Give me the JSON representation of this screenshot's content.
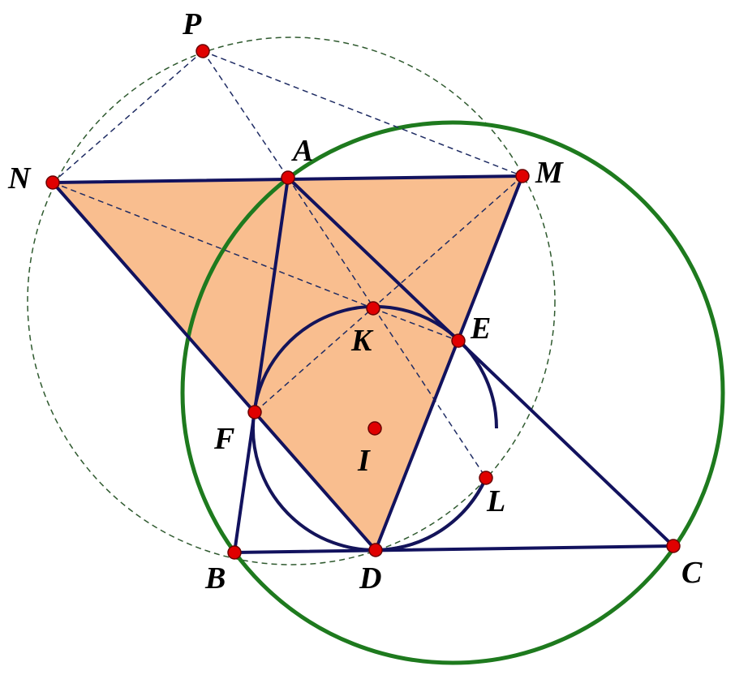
{
  "colors": {
    "fill": "#F9BE8F",
    "segment": "#12125E",
    "dashed": "#1E2B63",
    "circumcircle": "#1E7A1E",
    "dashed_circle": "#2F5A2F",
    "incircle": "#14145A",
    "point": "#E00000",
    "point_outline": "#6A0000"
  },
  "labels": {
    "P": "P",
    "A": "A",
    "N": "N",
    "M": "M",
    "E": "E",
    "K": "K",
    "F": "F",
    "I": "I",
    "L": "L",
    "B": "B",
    "D": "D",
    "C": "C"
  }
}
